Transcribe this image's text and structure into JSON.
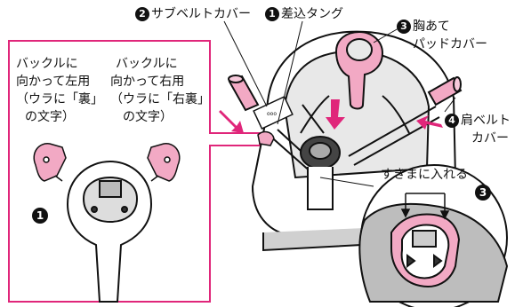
{
  "labels": {
    "sub_belt_cover": "サブベルトカバー",
    "sub_belt_number": "2",
    "insert_tongue": "差込タング",
    "insert_tongue_number": "1",
    "chest_pad_line1": "胸あて",
    "chest_pad_line2": "パッドカバー",
    "chest_pad_number": "3",
    "shoulder_belt_line1": "肩ベルト",
    "shoulder_belt_line2": "カバー",
    "shoulder_belt_number": "4",
    "left_use_line1": "バックルに",
    "left_use_line2": "向かって左用",
    "left_use_line3": "（ウラに「裏」",
    "left_use_line4": "の文字）",
    "right_use_line1": "バックルに",
    "right_use_line2": "向かって右用",
    "right_use_line3": "（ウラに「右裏」",
    "right_use_line4": "の文字）",
    "inset_left_number": "1",
    "gap_insert": "すきまに入れる",
    "inset_right_number": "3"
  },
  "colors": {
    "pink_fill": "#f2a9c4",
    "pink_line": "#e0267a",
    "outline": "#111111",
    "gray_fill": "#bdbdbd"
  }
}
